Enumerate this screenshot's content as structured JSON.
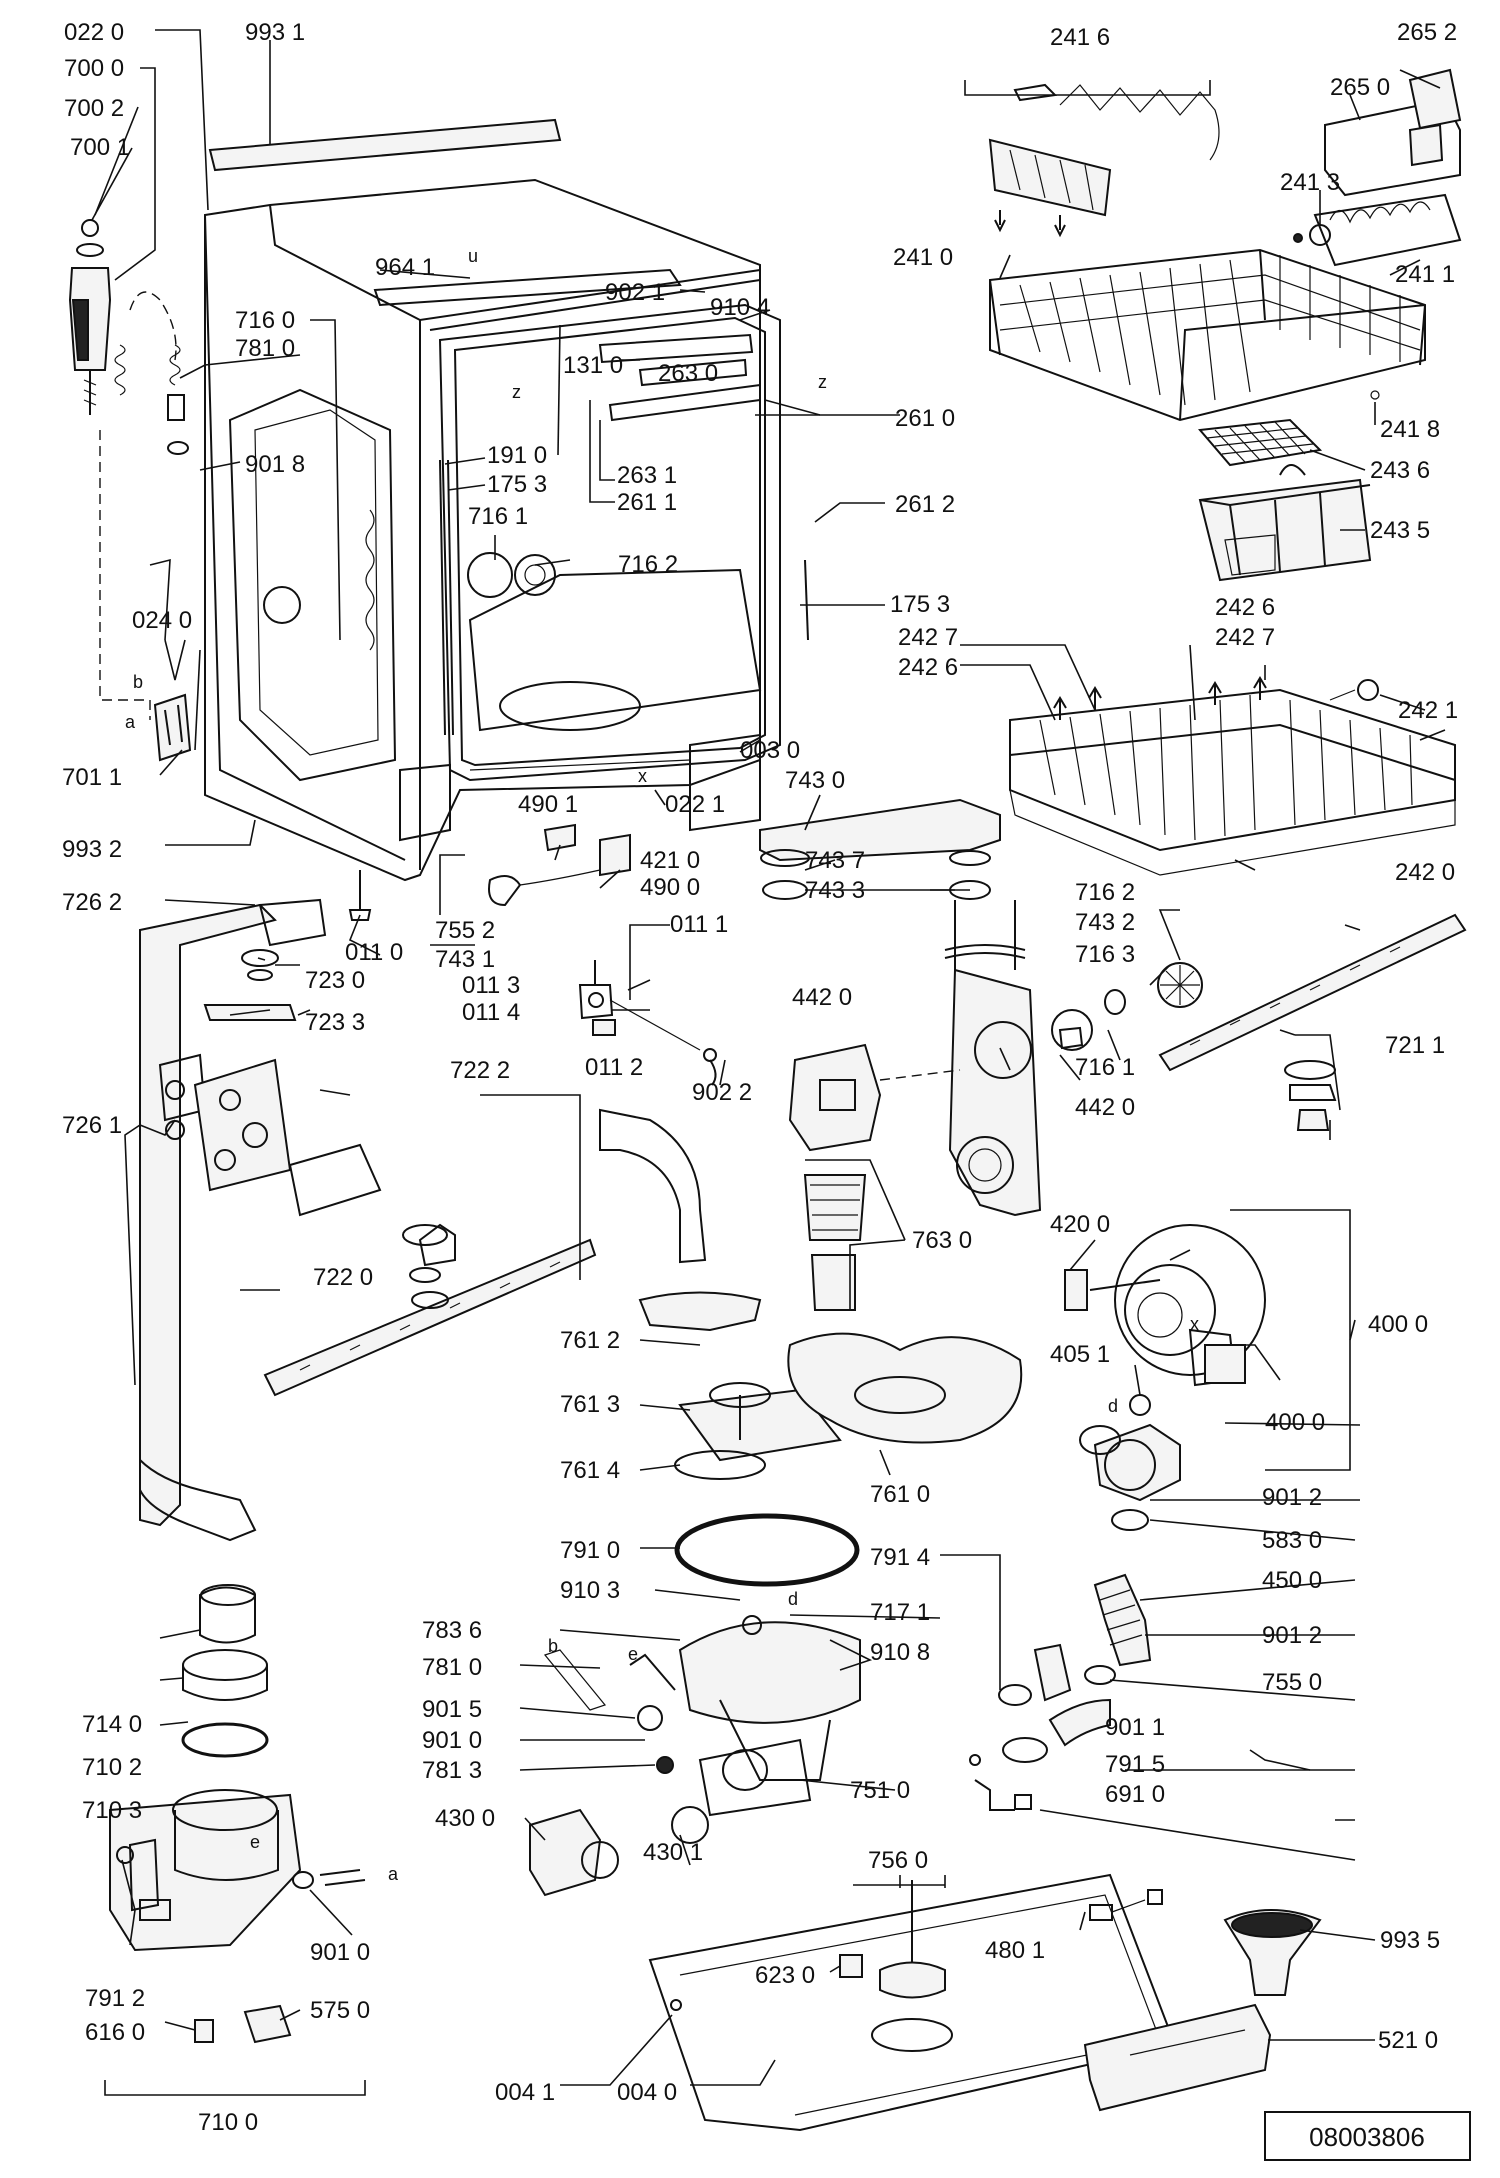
{
  "drawing_number": "08003806",
  "letters": [
    "a",
    "b",
    "d",
    "e",
    "x",
    "z",
    "u"
  ],
  "labels": [
    "022 0",
    "700 0",
    "700 2",
    "700 1",
    "993 1",
    "964 1",
    "902 1",
    "910 4",
    "716 0",
    "781 0",
    "131 0",
    "263 0",
    "261 0",
    "901 8",
    "191 0",
    "175 3",
    "263 1",
    "261 1",
    "261 2",
    "716 1",
    "716 2",
    "175 3",
    "024 0",
    "003 0",
    "701 1",
    "022 1",
    "490 1",
    "743 0",
    "993 2",
    "421 0",
    "490 0",
    "743 7",
    "743 3",
    "726 2",
    "011 0",
    "755 2",
    "743 1",
    "011 1",
    "723 0",
    "011 3",
    "723 3",
    "011 4",
    "011 2",
    "902 2",
    "442 0",
    "722 2",
    "726 1",
    "722 0",
    "761 2",
    "761 3",
    "761 4",
    "761 0",
    "763 0",
    "791 0",
    "910 3",
    "791 4",
    "717 1",
    "783 6",
    "781 0",
    "910 8",
    "901 5",
    "901 0",
    "781 3",
    "714 0",
    "710 2",
    "710 3",
    "430 0",
    "430 1",
    "751 0",
    "791 2",
    "901 0",
    "575 0",
    "616 0",
    "710 0",
    "756 0",
    "623 0",
    "480 1",
    "004 1",
    "004 0",
    "993 5",
    "521 0",
    "241 6",
    "265 2",
    "265 0",
    "241 3",
    "241 0",
    "241 1",
    "241 8",
    "243 6",
    "243 5",
    "242 6",
    "242 7",
    "242 6",
    "242 7",
    "242 1",
    "242 0",
    "716 2",
    "743 2",
    "716 3",
    "716 1",
    "721 1",
    "442 0",
    "420 0",
    "400 0",
    "405 1",
    "400 0",
    "901 2",
    "583 0",
    "450 0",
    "901 2",
    "755 0",
    "901 1",
    "791 5",
    "691 0"
  ]
}
